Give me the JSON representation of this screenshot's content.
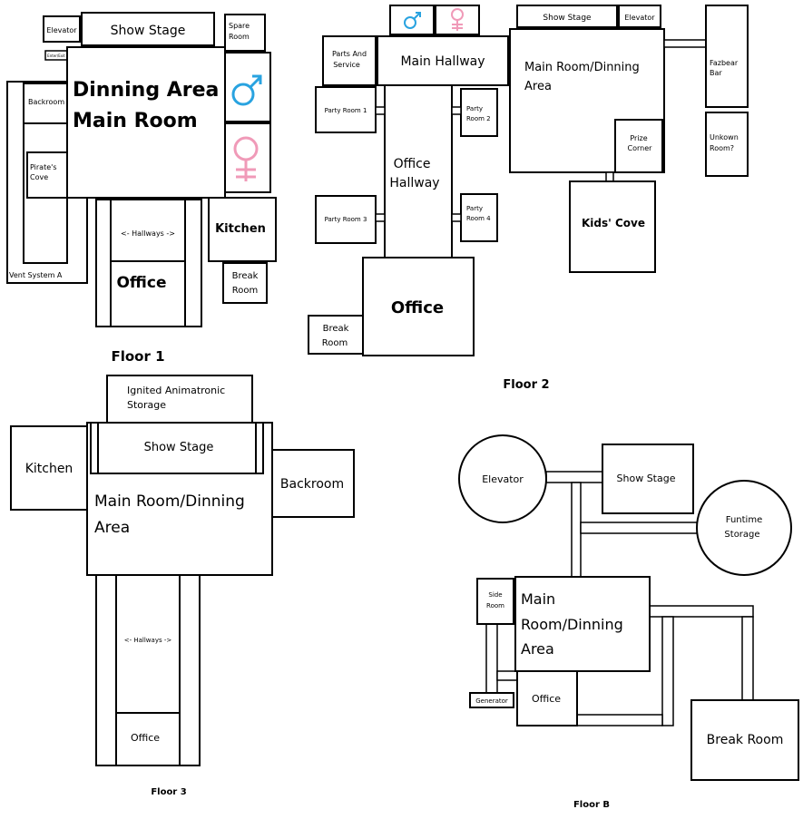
{
  "colors": {
    "male_symbol": "#29a3e0",
    "female_symbol": "#f09ab8"
  },
  "floor1": {
    "title": "Floor 1",
    "elevator": "Elevator",
    "show_stage": "Show Stage",
    "spare_room": [
      "Spare",
      "Room"
    ],
    "small_door": "Enter/Exit",
    "main_room": [
      "Dinning Area",
      "Main Room"
    ],
    "backroom": "Backroom",
    "pirates_cove": [
      "Pirate's",
      "Cove"
    ],
    "vent": "Vent System A",
    "hallways": "<- Hallways ->",
    "office": "Office",
    "kitchen": "Kitchen",
    "break_room": [
      "Break",
      "Room"
    ]
  },
  "floor2": {
    "title": "Floor 2",
    "parts_service": [
      "Parts And",
      "Service"
    ],
    "main_hallway": "Main Hallway",
    "party_room_1": "Party Room 1",
    "party_room_2": [
      "Party",
      "Room 2"
    ],
    "party_room_3": "Party Room 3",
    "party_room_4": [
      "Party",
      "Room 4"
    ],
    "office_hallway": [
      "Office",
      "Hallway"
    ],
    "office": "Office",
    "break_room": [
      "Break",
      "Room"
    ],
    "show_stage": "Show Stage",
    "elevator": "Elevator",
    "main_room": [
      "Main Room/Dinning",
      "Area"
    ],
    "fazbear_bar": [
      "Fazbear",
      "Bar"
    ],
    "unknown_room": [
      "Unkown",
      "Room?"
    ],
    "prize_corner": [
      "Prize",
      "Corner"
    ],
    "kids_cove": "Kids' Cove"
  },
  "floor3": {
    "title": "Floor 3",
    "ignited_storage": [
      "Ignited Animatronic",
      "Storage"
    ],
    "kitchen": "Kitchen",
    "show_stage": "Show Stage",
    "main_room": [
      "Main Room/Dinning",
      "Area"
    ],
    "backroom": "Backroom",
    "hallways": "<- Hallways ->",
    "office": "Office"
  },
  "floorB": {
    "title": "Floor B",
    "elevator": "Elevator",
    "show_stage": "Show Stage",
    "funtime_storage": [
      "Funtime",
      "Storage"
    ],
    "side_room": [
      "Side",
      "Room"
    ],
    "main_room": [
      "Main",
      "Room/Dinning",
      "Area"
    ],
    "generator": "Generator",
    "office": "Office",
    "break_room": "Break Room"
  }
}
